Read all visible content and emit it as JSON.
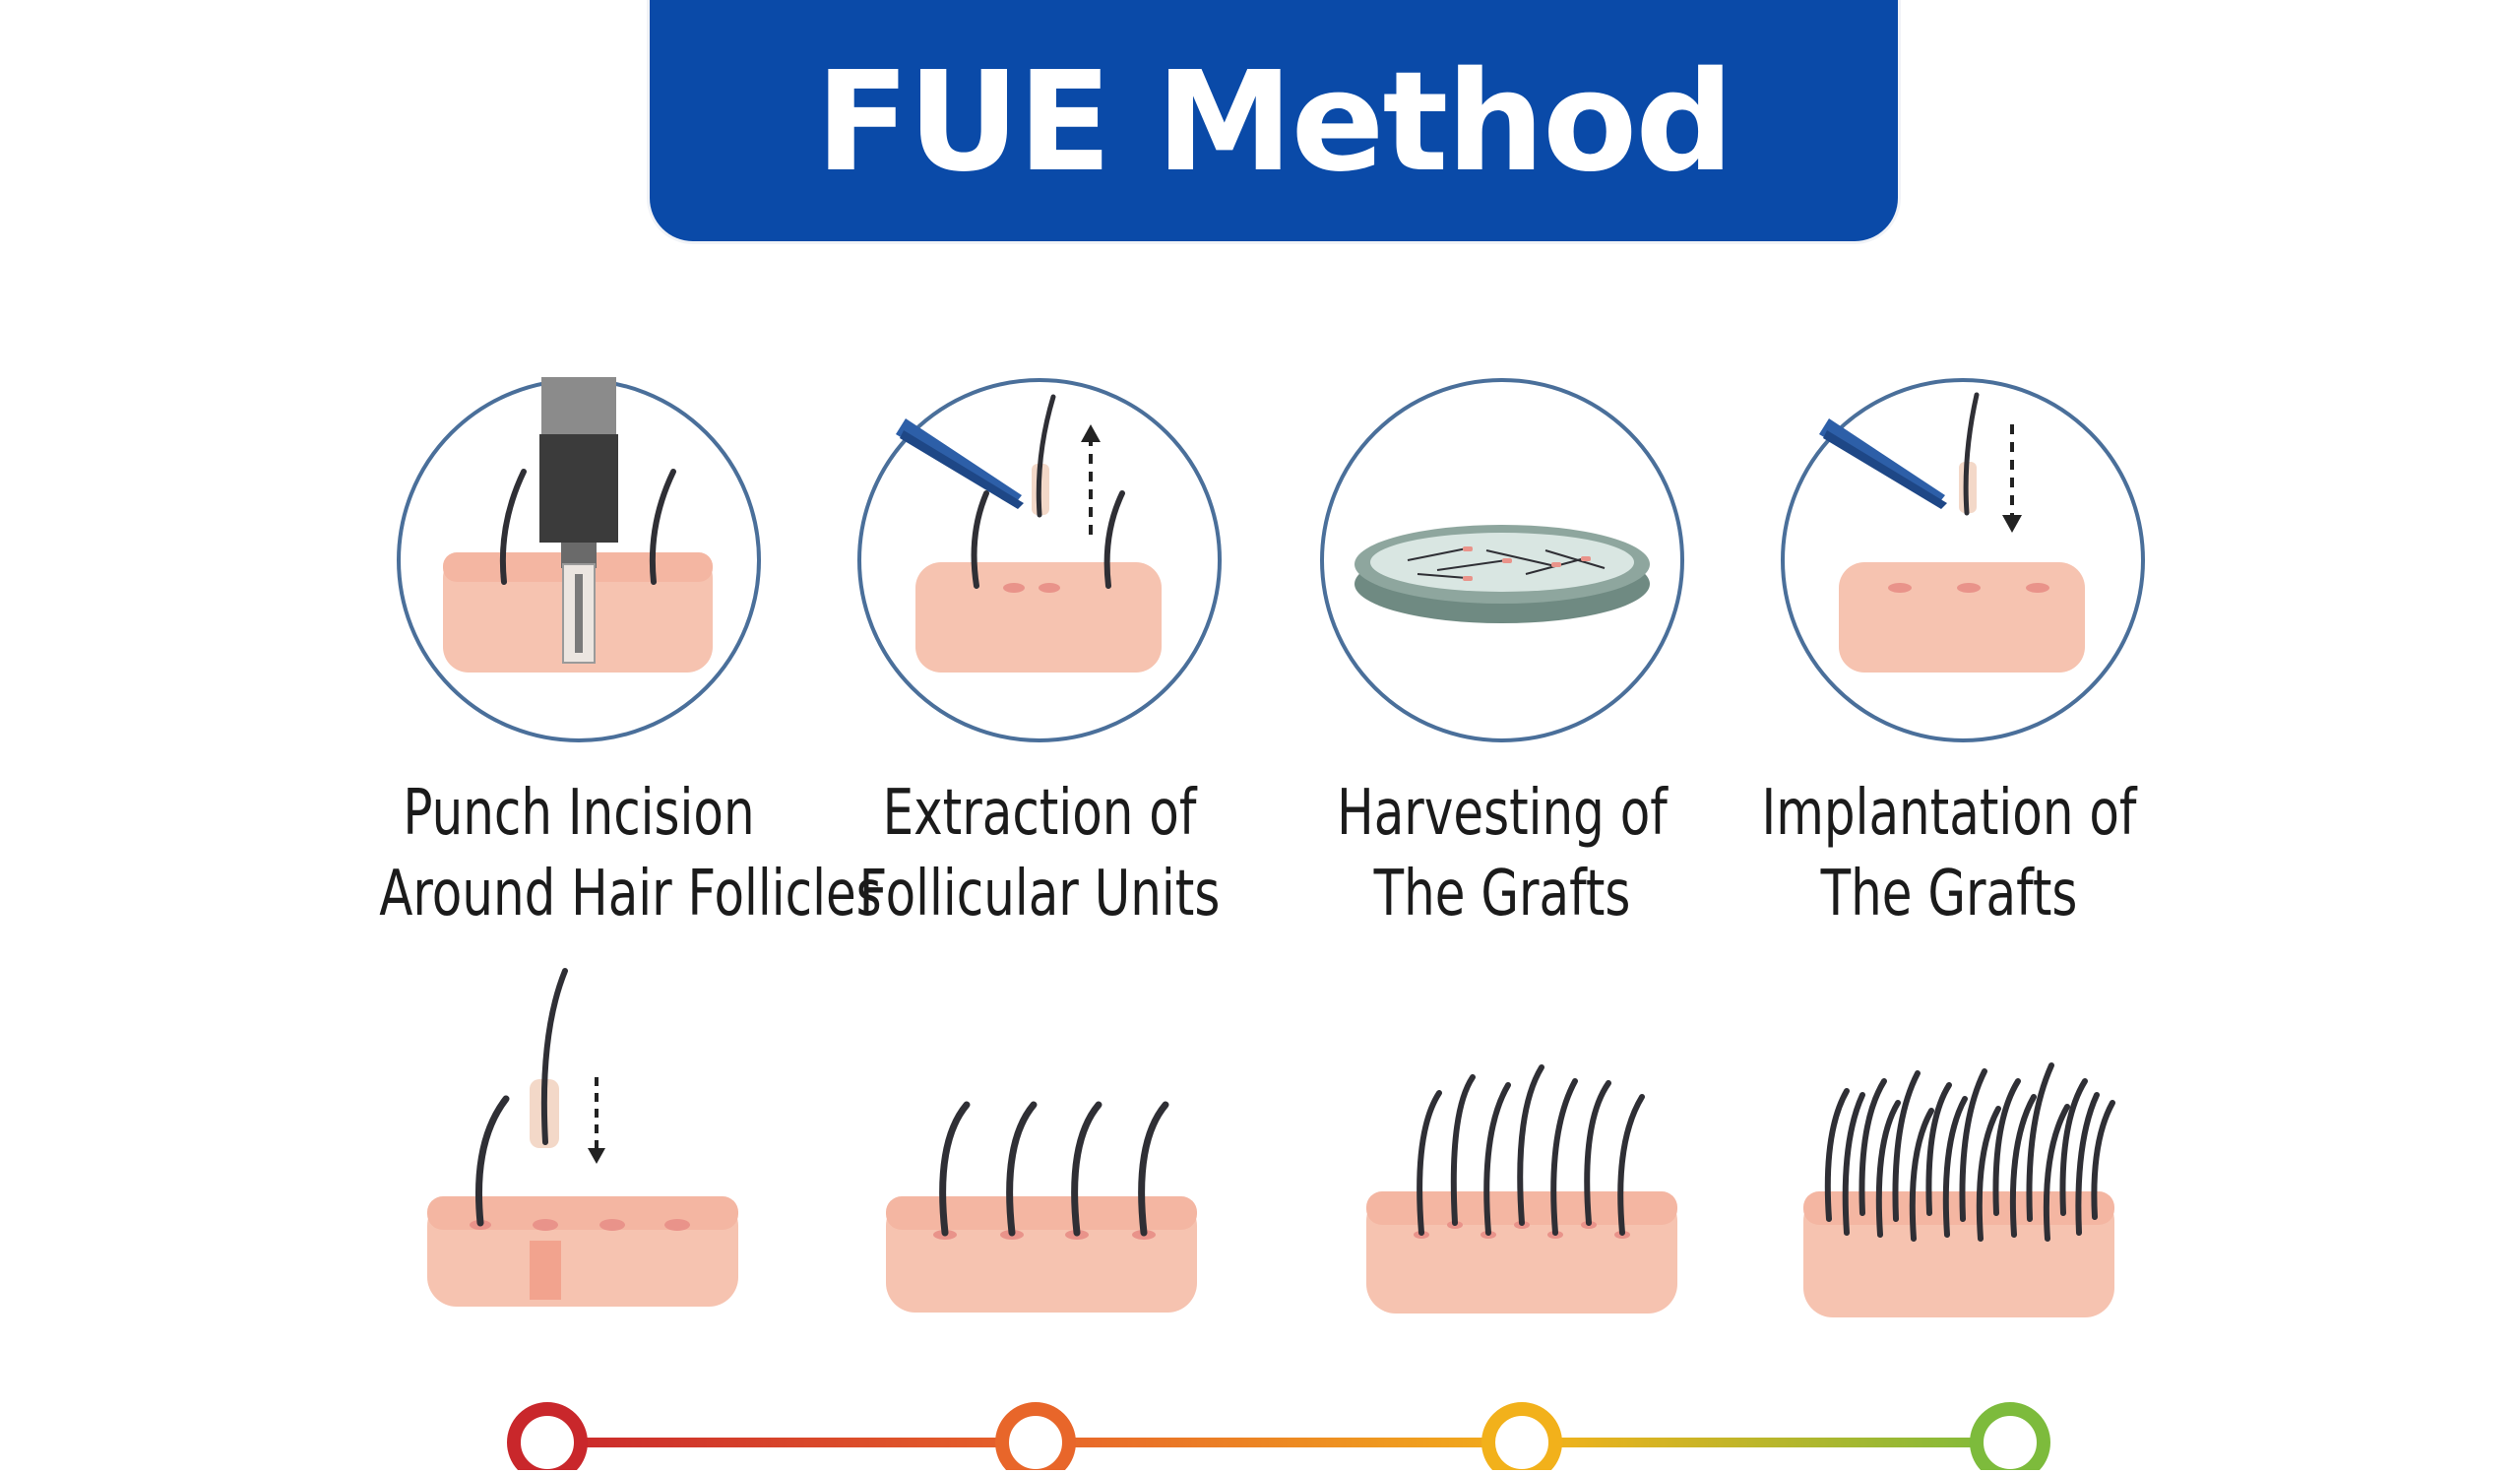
{
  "title": "FUE Method",
  "steps": [
    {
      "line1": "Punch Incision",
      "line2": "Around Hair Follicles",
      "icon": "punch-tool-icon"
    },
    {
      "line1": "Extraction of",
      "line2": "Follicular Units",
      "icon": "tweezers-extraction-icon"
    },
    {
      "line1": "Harvesting of",
      "line2": "The Grafts",
      "icon": "petri-dish-icon"
    },
    {
      "line1": "Implantation of",
      "line2": "The Grafts",
      "icon": "tweezers-implantation-icon"
    }
  ],
  "growth_stages": [
    {
      "icon": "graft-insertion-icon"
    },
    {
      "icon": "sparse-hair-growth-icon"
    },
    {
      "icon": "medium-hair-growth-icon"
    },
    {
      "icon": "dense-hair-growth-icon"
    }
  ],
  "colors": {
    "banner": "#0a4aa8",
    "circle_outline": "#4a6f9a",
    "skin": "#f6c3b0",
    "hair": "#2f2f35",
    "timeline": [
      "#c9272b",
      "#e8662a",
      "#f2b11b",
      "#7dbb3c"
    ]
  }
}
